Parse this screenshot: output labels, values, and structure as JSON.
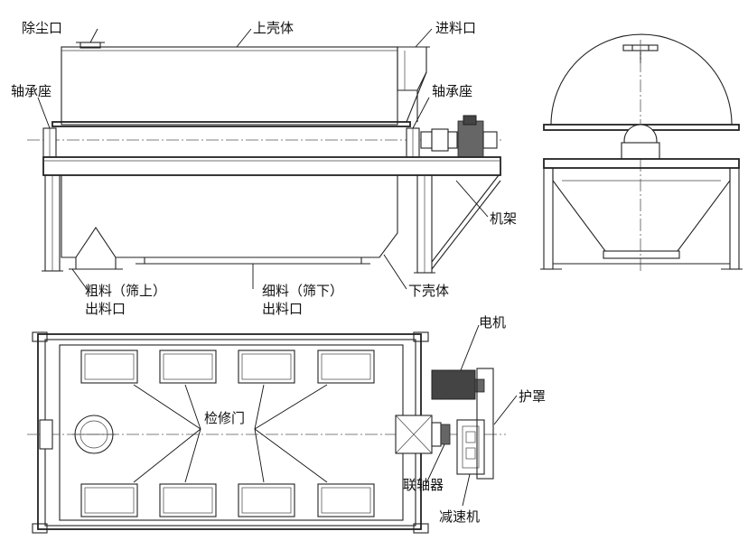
{
  "labels": {
    "dust_outlet": "除尘口",
    "upper_shell": "上壳体",
    "feed_inlet": "进料口",
    "bearing_seat_left": "轴承座",
    "bearing_seat_right": "轴承座",
    "frame": "机架",
    "coarse_outlet_line1": "粗料（筛上）",
    "coarse_outlet_line2": "出料口",
    "fine_outlet_line1": "细料（筛下）",
    "fine_outlet_line2": "出料口",
    "lower_shell": "下壳体",
    "motor": "电机",
    "guard": "护罩",
    "inspection_door": "检修门",
    "coupling": "联轴器",
    "reducer": "减速机"
  }
}
